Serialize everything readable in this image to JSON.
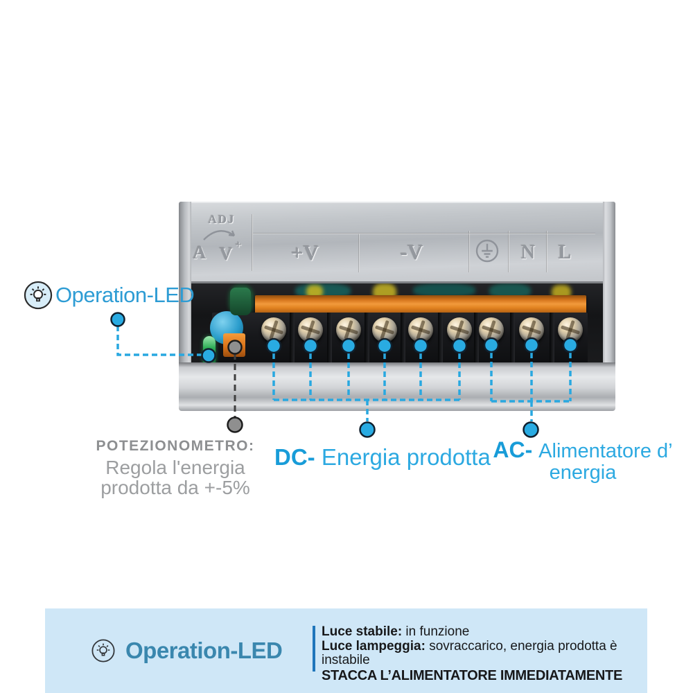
{
  "colors": {
    "accent_blue": "#29a8e0",
    "dot_blue": "#29abe2",
    "label_blue": "#2d9cd4",
    "dc_bold_blue": "#189cd8",
    "gray_title": "#8d8f91",
    "gray_body": "#9c9ea0",
    "banner_bg": "#cfe7f7",
    "banner_title_blue": "#3a87ae",
    "banner_divider_blue": "#2076bb"
  },
  "psu_panel": {
    "adj": "ADJ",
    "a": "A",
    "v": "V",
    "plus": "+",
    "plus_v": "+V",
    "minus_v": "-V",
    "ground_icon": "earth-ground",
    "n": "N",
    "l": "L"
  },
  "op_led_callout": {
    "icon": "lightbulb-icon",
    "label": "Operation-LED"
  },
  "potentiometer_callout": {
    "title": "POTEZIONOMETRO:",
    "line1": "Regola l'energia",
    "line2": "prodotta da +-5%"
  },
  "dc_callout": {
    "prefix": "DC-",
    "label": " Energia prodotta"
  },
  "ac_callout": {
    "prefix": "AC- ",
    "line1": "Alimentatore d’",
    "line2": "energia"
  },
  "banner": {
    "icon": "lightbulb-icon",
    "title": "Operation-LED",
    "lines": [
      {
        "bold": "Luce stabile:",
        "rest": " in funzione"
      },
      {
        "bold": "Luce lampeggia:",
        "rest": " sovraccarico, energia prodotta è instabile"
      }
    ],
    "warning": "STACCA L’ALIMENTATORE IMMEDIATAMENTE"
  }
}
